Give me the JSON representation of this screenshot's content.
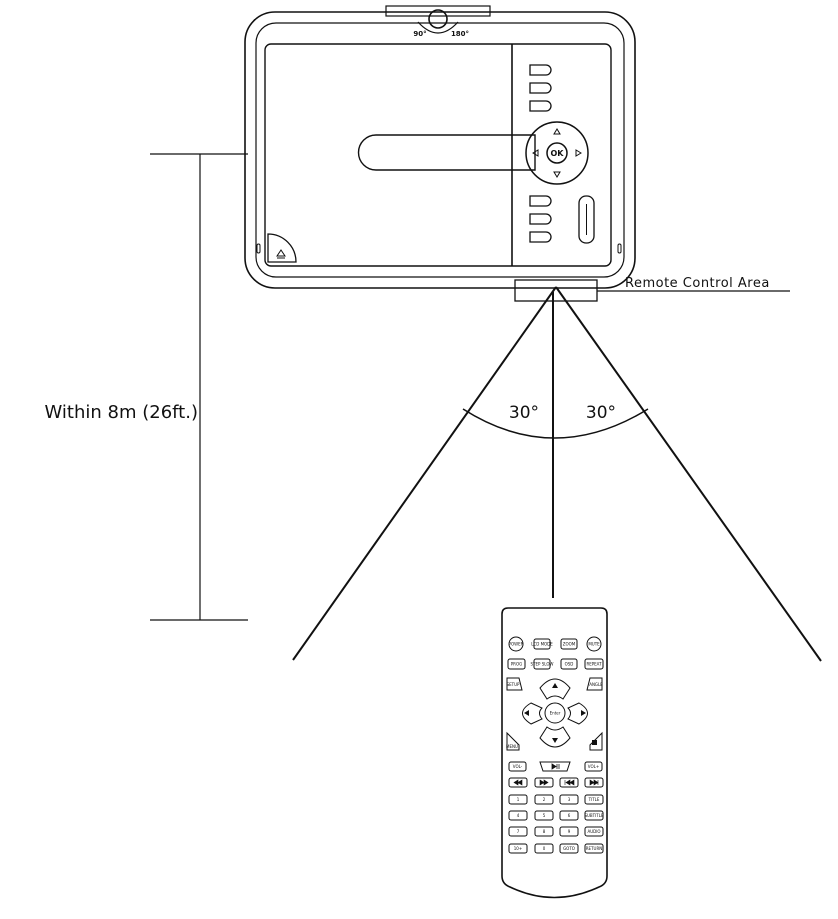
{
  "device": {
    "hinge_labels": [
      "90°",
      "180°"
    ],
    "ok_label": "OK"
  },
  "labels": {
    "remote_area": "Remote Control Area",
    "distance": "Within 8m (26ft.)",
    "angle_left": "30°",
    "angle_right": "30°"
  },
  "remote": {
    "row1": [
      "POWER",
      "LCD MODE",
      "ZOOM",
      "MUTE"
    ],
    "row2": [
      "PROG",
      "STEP SLOW",
      "OSD",
      "REPEAT"
    ],
    "nav_left_top": "SETUP",
    "nav_right_top": "ANGLE",
    "nav_center": "Enter",
    "nav_left_bottom": "MENU",
    "row3": [
      "VOL-",
      "VOL+"
    ],
    "numbers": [
      "1",
      "2",
      "3",
      "4",
      "5",
      "6",
      "7",
      "8",
      "9",
      "10+",
      "0"
    ],
    "side_keys": [
      "TITLE",
      "SUBTITLE",
      "AUDIO",
      "RETURN"
    ],
    "misc_key": "GOTO"
  }
}
